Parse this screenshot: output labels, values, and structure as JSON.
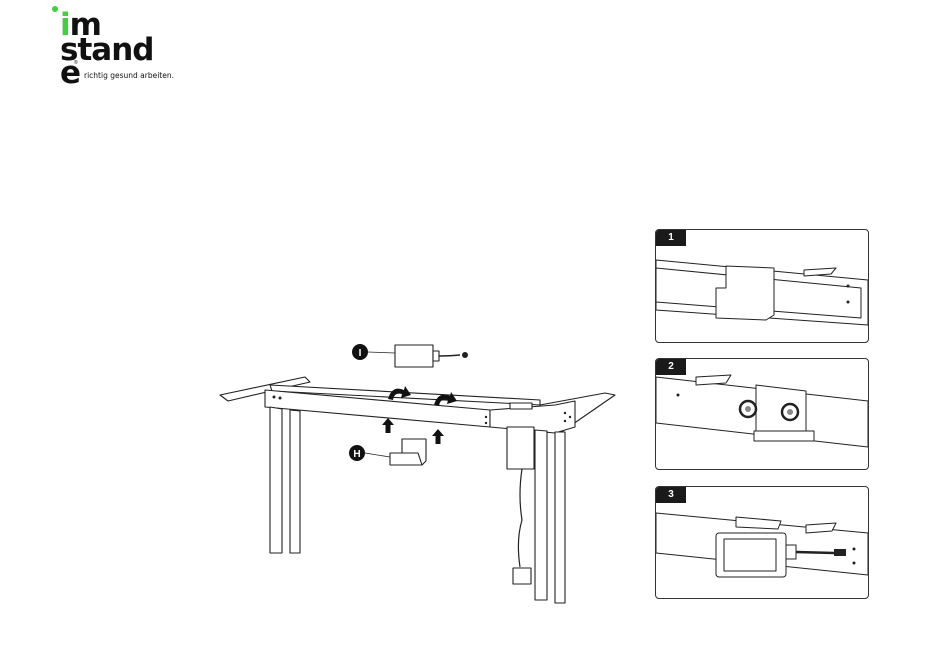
{
  "brand": {
    "line1_i": "i",
    "line1_rest": "m",
    "line2": "stand",
    "line3": "e",
    "registered": "®",
    "tagline": "richtig gesund arbeiten.",
    "accent_color": "#3fd23a"
  },
  "callouts": {
    "part_i": "I",
    "part_h": "H"
  },
  "steps": [
    {
      "number": "1"
    },
    {
      "number": "2"
    },
    {
      "number": "3"
    }
  ]
}
